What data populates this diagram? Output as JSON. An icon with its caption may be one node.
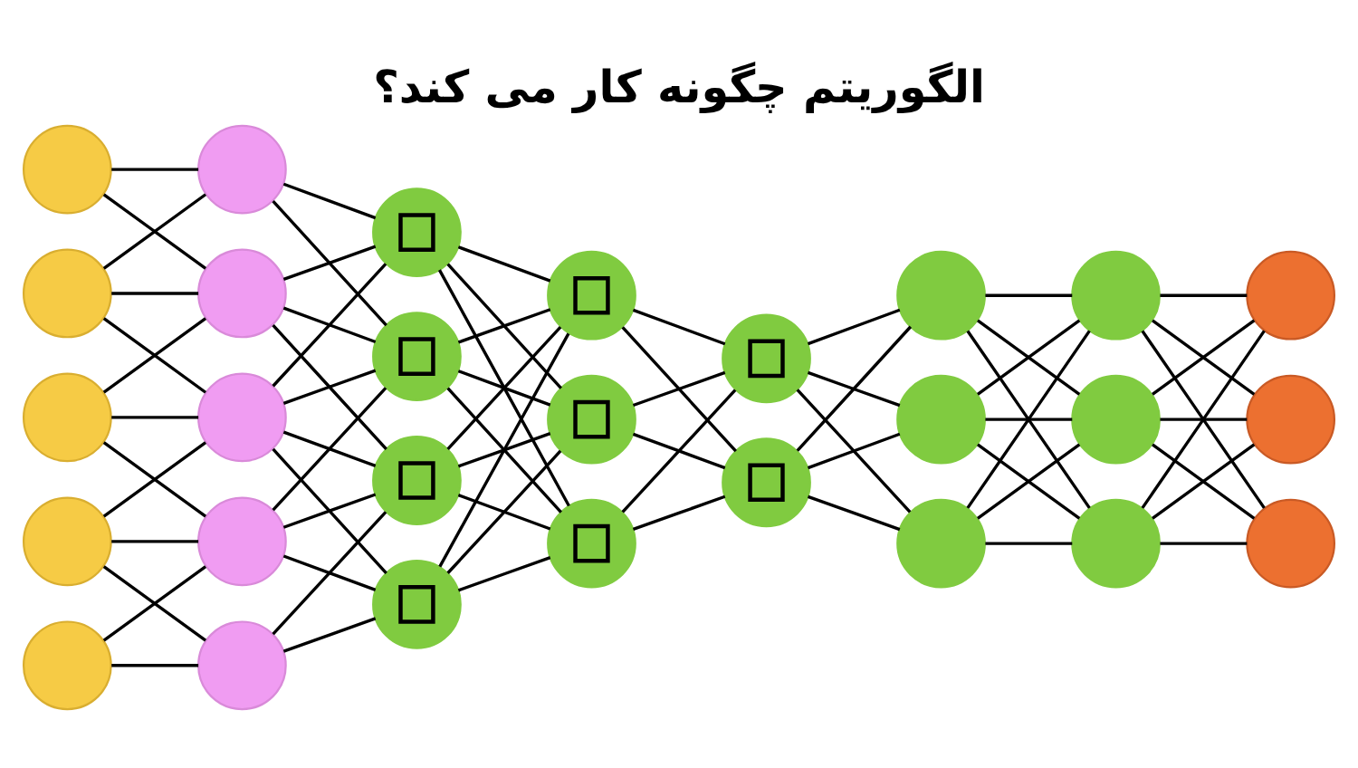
{
  "diagram": {
    "title": "الگوریتم چگونه کار می کند؟",
    "nodes": [
      {
        "text": [],
        "shape": "circle"
      },
      {
        "text": [],
        "shape": "circle"
      },
      {
        "text": [],
        "shape": "circle"
      },
      {
        "text": [],
        "shape": "circle"
      },
      {
        "text": [],
        "shape": "circle"
      },
      {
        "text": [],
        "shape": "circle"
      },
      {
        "text": [],
        "shape": "circle"
      },
      {
        "text": [],
        "shape": "circle"
      },
      {
        "text": [],
        "shape": "circle"
      },
      {
        "text": [],
        "shape": "circle"
      },
      {
        "text": [],
        "shape": "circle"
      },
      {
        "text": [],
        "shape": "circle"
      },
      {
        "text": [],
        "shape": "circle"
      },
      {
        "text": [],
        "shape": "circle"
      },
      {
        "text": [],
        "shape": "circle"
      },
      {
        "text": [],
        "shape": "circle"
      },
      {
        "text": [],
        "shape": "circle"
      },
      {
        "text": [],
        "shape": "circle"
      },
      {
        "text": [],
        "shape": "circle"
      },
      {
        "text": [],
        "shape": "circle"
      },
      {
        "text": [],
        "shape": "circle"
      },
      {
        "text": [],
        "shape": "circle"
      },
      {
        "text": [],
        "shape": "circle"
      },
      {
        "text": [],
        "shape": "circle"
      },
      {
        "text": [],
        "shape": "circle"
      },
      {
        "text": [],
        "shape": "circle"
      },
      {
        "text": [],
        "shape": "circle"
      },
      {
        "text": [],
        "shape": "circle"
      }
    ],
    "edges": [
      {
        "from": 0,
        "to": 5,
        "arrow": "none"
      },
      {
        "from": 0,
        "to": 6,
        "arrow": "none"
      },
      {
        "from": 1,
        "to": 5,
        "arrow": "none"
      },
      {
        "from": 1,
        "to": 6,
        "arrow": "none"
      },
      {
        "from": 1,
        "to": 7,
        "arrow": "none"
      },
      {
        "from": 2,
        "to": 6,
        "arrow": "none"
      },
      {
        "from": 2,
        "to": 7,
        "arrow": "none"
      },
      {
        "from": 2,
        "to": 8,
        "arrow": "none"
      },
      {
        "from": 3,
        "to": 7,
        "arrow": "none"
      },
      {
        "from": 3,
        "to": 8,
        "arrow": "none"
      },
      {
        "from": 3,
        "to": 9,
        "arrow": "none"
      },
      {
        "from": 4,
        "to": 8,
        "arrow": "none"
      },
      {
        "from": 4,
        "to": 9,
        "arrow": "none"
      },
      {
        "from": 5,
        "to": 10,
        "arrow": "none"
      },
      {
        "from": 5,
        "to": 11,
        "arrow": "none"
      },
      {
        "from": 6,
        "to": 10,
        "arrow": "none"
      },
      {
        "from": 6,
        "to": 11,
        "arrow": "none"
      },
      {
        "from": 6,
        "to": 12,
        "arrow": "none"
      },
      {
        "from": 7,
        "to": 10,
        "arrow": "none"
      },
      {
        "from": 7,
        "to": 11,
        "arrow": "none"
      },
      {
        "from": 7,
        "to": 12,
        "arrow": "none"
      },
      {
        "from": 7,
        "to": 13,
        "arrow": "none"
      },
      {
        "from": 8,
        "to": 11,
        "arrow": "none"
      },
      {
        "from": 8,
        "to": 12,
        "arrow": "none"
      },
      {
        "from": 8,
        "to": 13,
        "arrow": "none"
      },
      {
        "from": 9,
        "to": 12,
        "arrow": "none"
      },
      {
        "from": 9,
        "to": 13,
        "arrow": "none"
      },
      {
        "from": 10,
        "to": 14,
        "arrow": "none"
      },
      {
        "from": 10,
        "to": 15,
        "arrow": "none"
      },
      {
        "from": 10,
        "to": 16,
        "arrow": "none"
      },
      {
        "from": 11,
        "to": 14,
        "arrow": "none"
      },
      {
        "from": 11,
        "to": 15,
        "arrow": "none"
      },
      {
        "from": 11,
        "to": 16,
        "arrow": "none"
      },
      {
        "from": 12,
        "to": 14,
        "arrow": "none"
      },
      {
        "from": 12,
        "to": 15,
        "arrow": "none"
      },
      {
        "from": 12,
        "to": 16,
        "arrow": "none"
      },
      {
        "from": 13,
        "to": 14,
        "arrow": "none"
      },
      {
        "from": 13,
        "to": 15,
        "arrow": "none"
      },
      {
        "from": 13,
        "to": 16,
        "arrow": "none"
      },
      {
        "from": 14,
        "to": 17,
        "arrow": "none"
      },
      {
        "from": 14,
        "to": 18,
        "arrow": "none"
      },
      {
        "from": 15,
        "to": 17,
        "arrow": "none"
      },
      {
        "from": 15,
        "to": 18,
        "arrow": "none"
      },
      {
        "from": 16,
        "to": 17,
        "arrow": "none"
      },
      {
        "from": 16,
        "to": 18,
        "arrow": "none"
      },
      {
        "from": 17,
        "to": 19,
        "arrow": "none"
      },
      {
        "from": 17,
        "to": 20,
        "arrow": "none"
      },
      {
        "from": 17,
        "to": 21,
        "arrow": "none"
      },
      {
        "from": 18,
        "to": 19,
        "arrow": "none"
      },
      {
        "from": 18,
        "to": 20,
        "arrow": "none"
      },
      {
        "from": 18,
        "to": 21,
        "arrow": "none"
      },
      {
        "from": 19,
        "to": 22,
        "arrow": "none"
      },
      {
        "from": 19,
        "to": 23,
        "arrow": "none"
      },
      {
        "from": 19,
        "to": 24,
        "arrow": "none"
      },
      {
        "from": 20,
        "to": 22,
        "arrow": "none"
      },
      {
        "from": 20,
        "to": 23,
        "arrow": "none"
      },
      {
        "from": 20,
        "to": 24,
        "arrow": "none"
      },
      {
        "from": 21,
        "to": 22,
        "arrow": "none"
      },
      {
        "from": 21,
        "to": 23,
        "arrow": "none"
      },
      {
        "from": 21,
        "to": 24,
        "arrow": "none"
      },
      {
        "from": 22,
        "to": 25,
        "arrow": "none"
      },
      {
        "from": 22,
        "to": 26,
        "arrow": "none"
      },
      {
        "from": 22,
        "to": 27,
        "arrow": "none"
      },
      {
        "from": 23,
        "to": 25,
        "arrow": "none"
      },
      {
        "from": 23,
        "to": 26,
        "arrow": "none"
      },
      {
        "from": 23,
        "to": 27,
        "arrow": "none"
      },
      {
        "from": 24,
        "to": 25,
        "arrow": "none"
      },
      {
        "from": 24,
        "to": 26,
        "arrow": "none"
      },
      {
        "from": 24,
        "to": 27,
        "arrow": "none"
      }
    ]
  }
}
